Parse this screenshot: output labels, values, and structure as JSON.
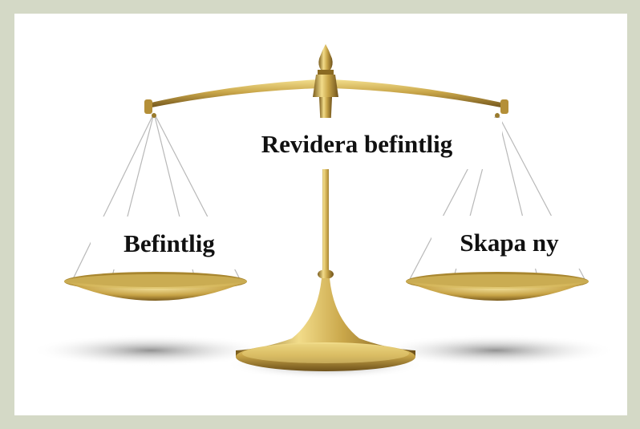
{
  "scale": {
    "center_label": "Revidera befintlig",
    "left_label": "Befintlig",
    "right_label": "Skapa ny"
  },
  "colors": {
    "page_background": "#d4d9c6",
    "frame_background": "#ffffff",
    "gold_light": "#f2dc8a",
    "gold_mid": "#c9a649",
    "gold_dark": "#7a5c1c",
    "text": "#111111"
  },
  "icons": {
    "illustration": "balance-scale-icon"
  }
}
